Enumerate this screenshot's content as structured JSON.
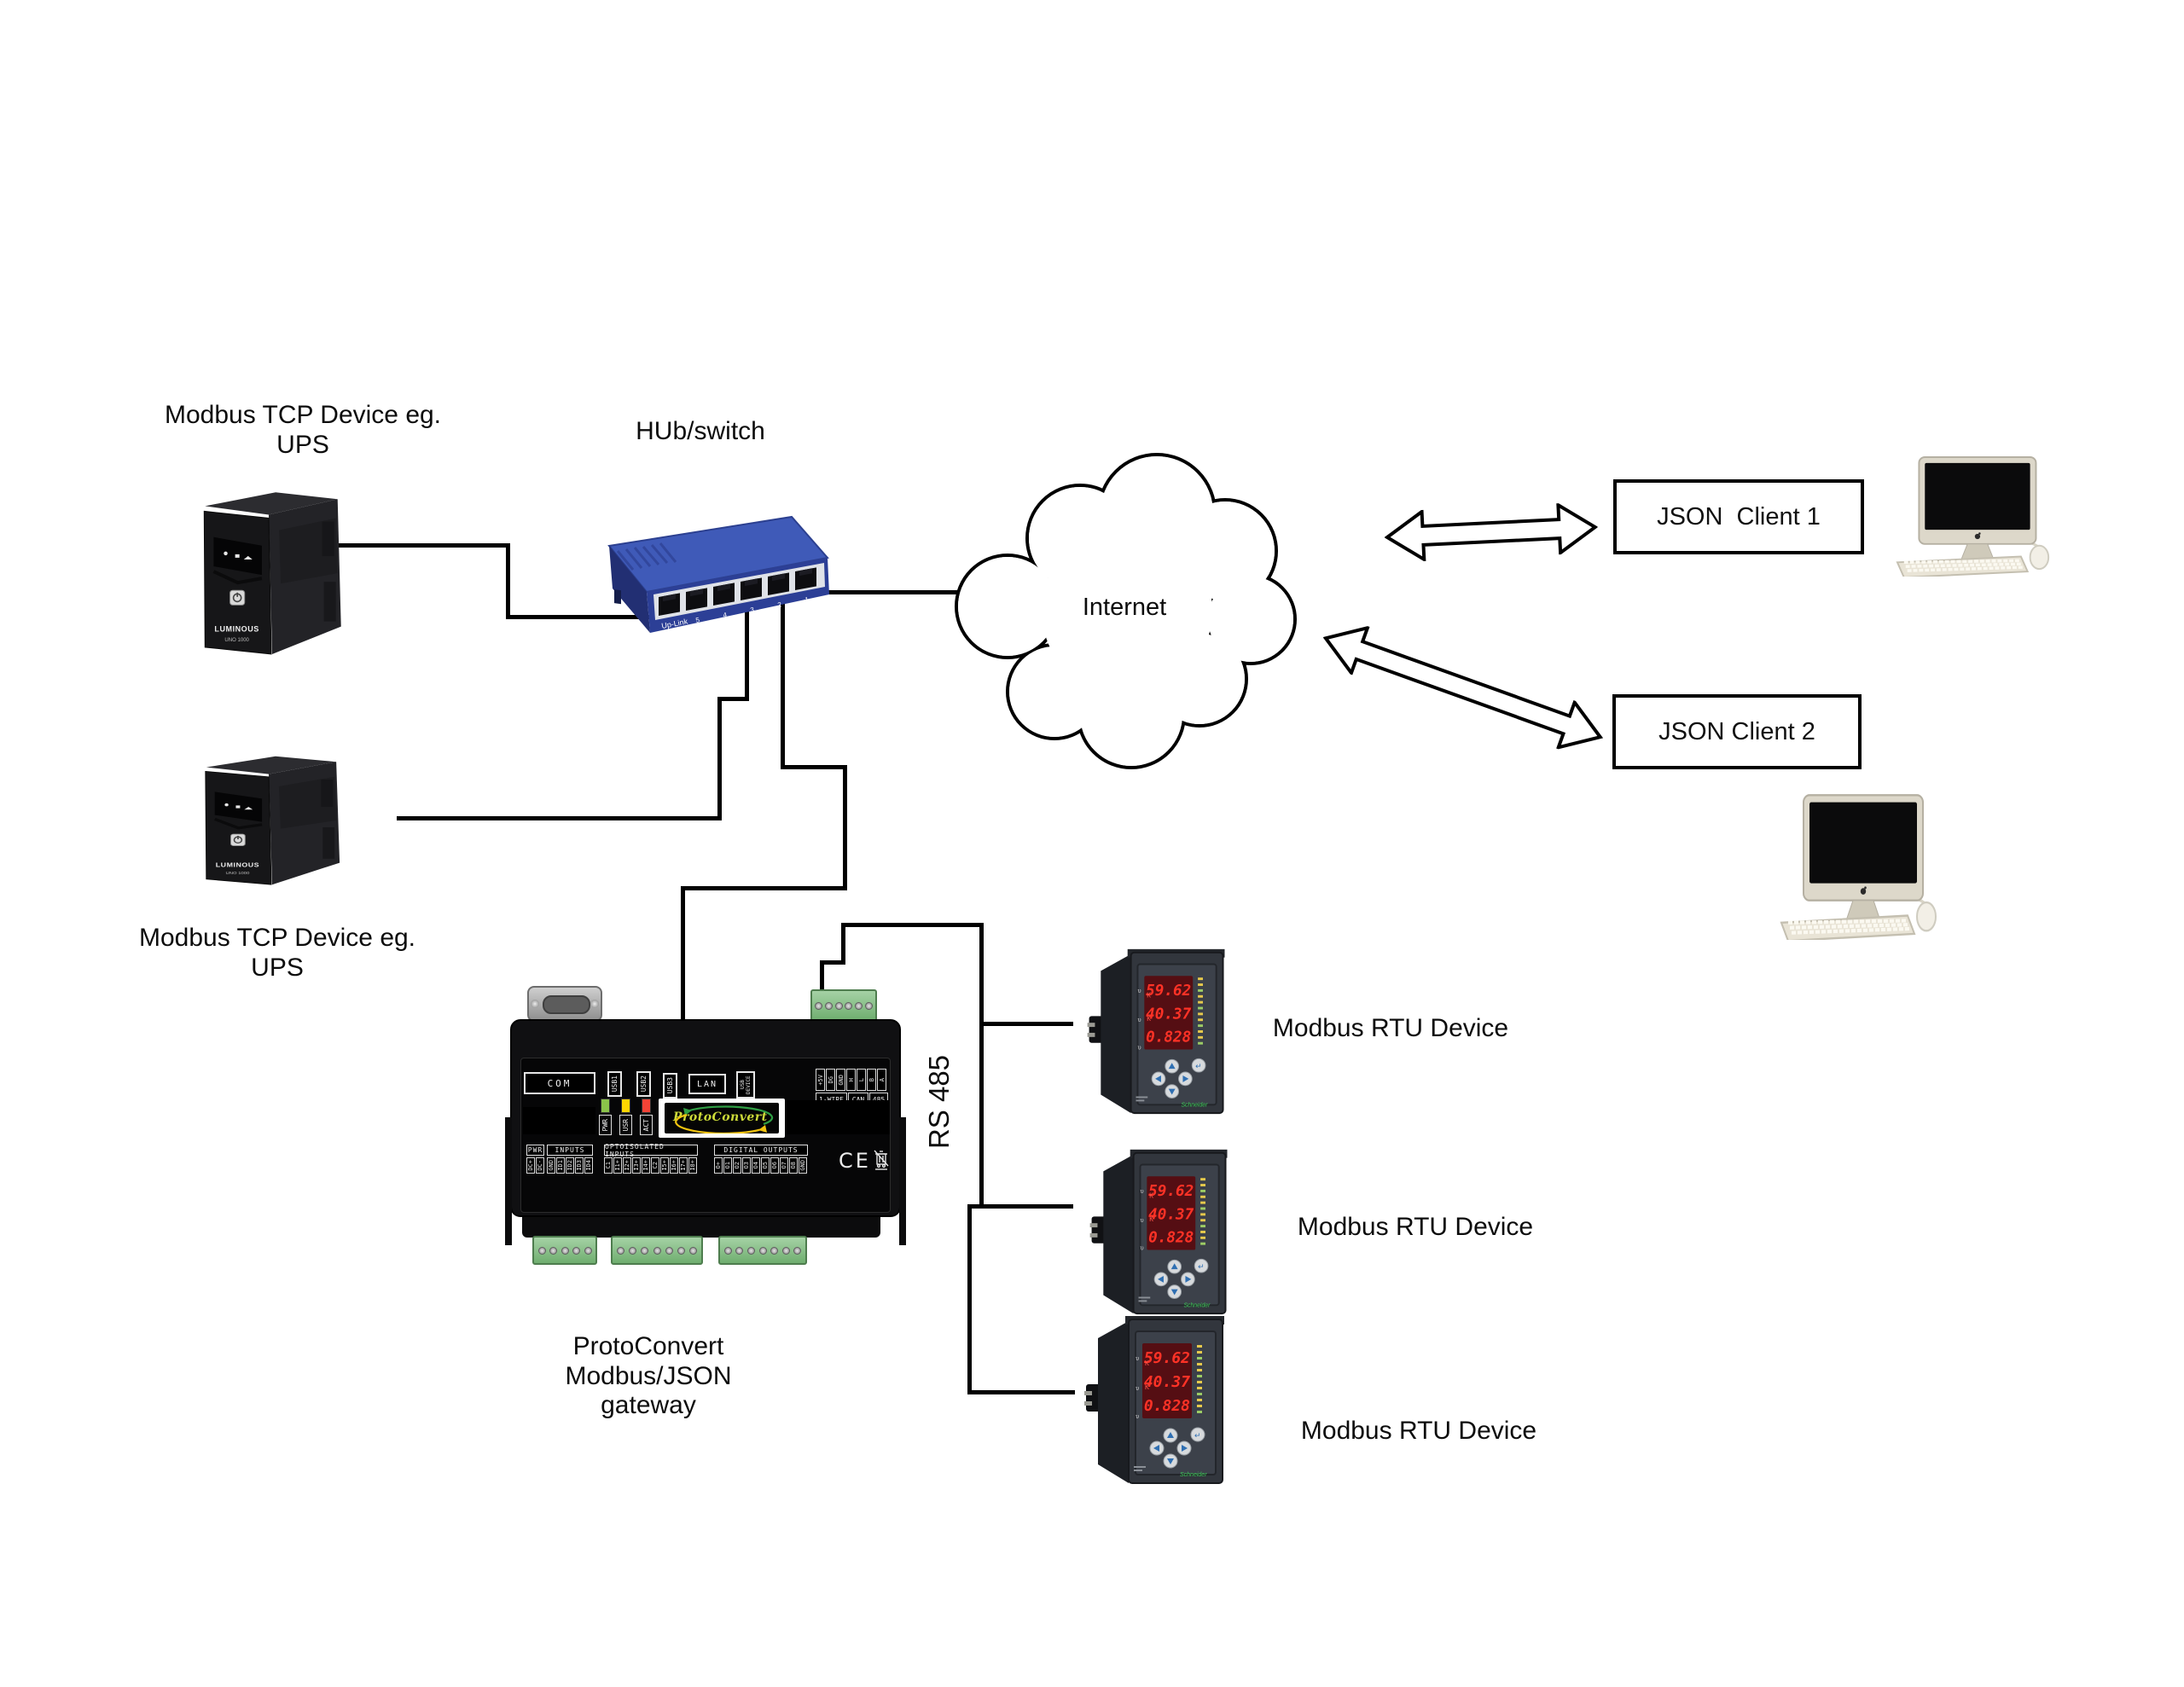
{
  "diagram_title": "ProtoConvert Modbus/JSON gateway network diagram",
  "colors": {
    "line": "#000000",
    "hub_blue_top": "#3f5ab8",
    "hub_blue_front": "#2c3f96",
    "terminal_green": "#7cb87c",
    "led_pwr": "#8bc34a",
    "led_usr": "#ffd600",
    "led_act": "#f44336",
    "meter_display_red": "#ff3226",
    "meter_display_bg": "#550e13",
    "logo_yellow_green": "#cbd938",
    "schneider_green": "#3dcd58"
  },
  "nodes": {
    "ups1": {
      "label1": "Modbus TCP Device eg.",
      "label2": "UPS"
    },
    "ups2": {
      "label1": "Modbus TCP Device eg.",
      "label2": "UPS"
    },
    "ups": {
      "brand": "LUMINOUS",
      "model": "UNO 1000"
    },
    "hub": {
      "label": "HUb/switch",
      "uplink": "Up-Link",
      "ports": [
        "5",
        "4",
        "3",
        "2",
        "1"
      ]
    },
    "internet": {
      "label": "Internet"
    },
    "client1": {
      "label": "JSON  Client 1"
    },
    "client2": {
      "label": "JSON Client 2"
    },
    "rs485": {
      "label": "RS 485"
    },
    "rtu": {
      "label": "Modbus RTU Device",
      "display": [
        "59.62",
        "40.37",
        "0.828"
      ],
      "brand": "Schneider"
    },
    "gateway": {
      "label1": "ProtoConvert Modbus/JSON",
      "label2": "gateway",
      "panel": {
        "com": "COM",
        "usb1": "USB1",
        "usb2": "USB2",
        "usb3": "USB3",
        "lan": "LAN",
        "usb_device": "USB DEVICE",
        "logo": "ProtoConvert",
        "ce": "CE",
        "leds": [
          {
            "label": "PWR",
            "color": "#8bc34a"
          },
          {
            "label": "USR",
            "color": "#ffd600"
          },
          {
            "label": "ACT",
            "color": "#f44336"
          }
        ],
        "bus_pins": [
          "+5V",
          "DG",
          "GND",
          "H",
          "L",
          "B",
          "A"
        ],
        "bus_groups": [
          "1-WIRE",
          "CAN",
          "485"
        ],
        "pwr_header": "PWR",
        "pwr_pins": [
          "DC+",
          "DC-"
        ],
        "inputs_header": "INPUTS",
        "inputs_pins": [
          "GND",
          "ID1",
          "ID2",
          "ID3",
          "ID4"
        ],
        "opto_header": "OPTOISOLATED INPUTS",
        "opto_pins": [
          "C1",
          "I1+",
          "I2+",
          "I3+",
          "I4+",
          "C2",
          "I5+",
          "I6+",
          "I7+",
          "I8+"
        ],
        "out_header": "DIGITAL OUTPUTS",
        "out_pins": [
          "O+",
          "O1",
          "O2",
          "O3",
          "O4",
          "O5",
          "O6",
          "O7",
          "O8",
          "GND"
        ]
      }
    }
  }
}
